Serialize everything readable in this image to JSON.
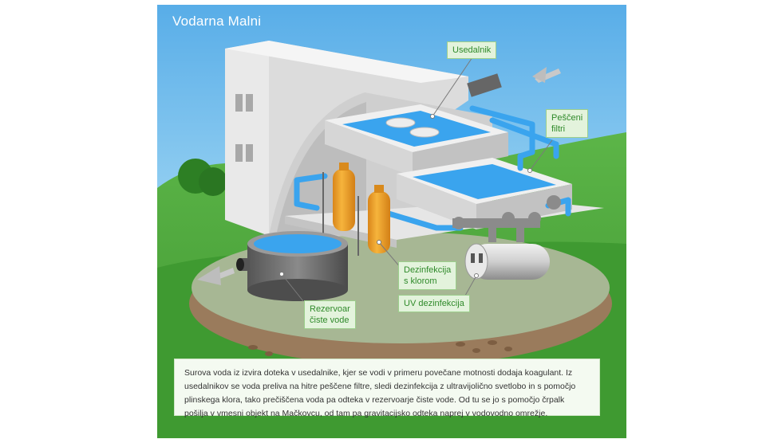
{
  "title": "Vodarna Malni",
  "labels": {
    "usedalnik": "Usedalnik",
    "pesceni_filtri_1": "Peščeni",
    "pesceni_filtri_2": "filtri",
    "dezinfekcija_1": "Dezinfekcija",
    "dezinfekcija_2": "s klorom",
    "uv": "UV dezinfekcija",
    "rezervoar_1": "Rezervoar",
    "rezervoar_2": "čiste vode"
  },
  "description": "Surova voda iz izvira doteka v usedalnike, kjer se vodi v primeru povečane motnosti dodaja koagulant. Iz usedalnikov se voda preliva na hitre peščene filtre, sledi dezinfekcija z ultravijolično svetlobo in s pomočjo plinskega klora, tako prečiščena voda pa odteka v rezervoarje čiste vode. Od tu se jo s pomočjo črpalk pošilja v vmesni objekt na Mačkovcu, od tam pa gravitacijsko odteka naprej v vodovodno omrežje.",
  "colors": {
    "sky_top": "#5fb2ea",
    "sky_bottom": "#bfe6f7",
    "grass": "#4aa33a",
    "water": "#3aa4ee",
    "tank_orange": "#f2a42a",
    "label_text": "#2f8a2a"
  }
}
